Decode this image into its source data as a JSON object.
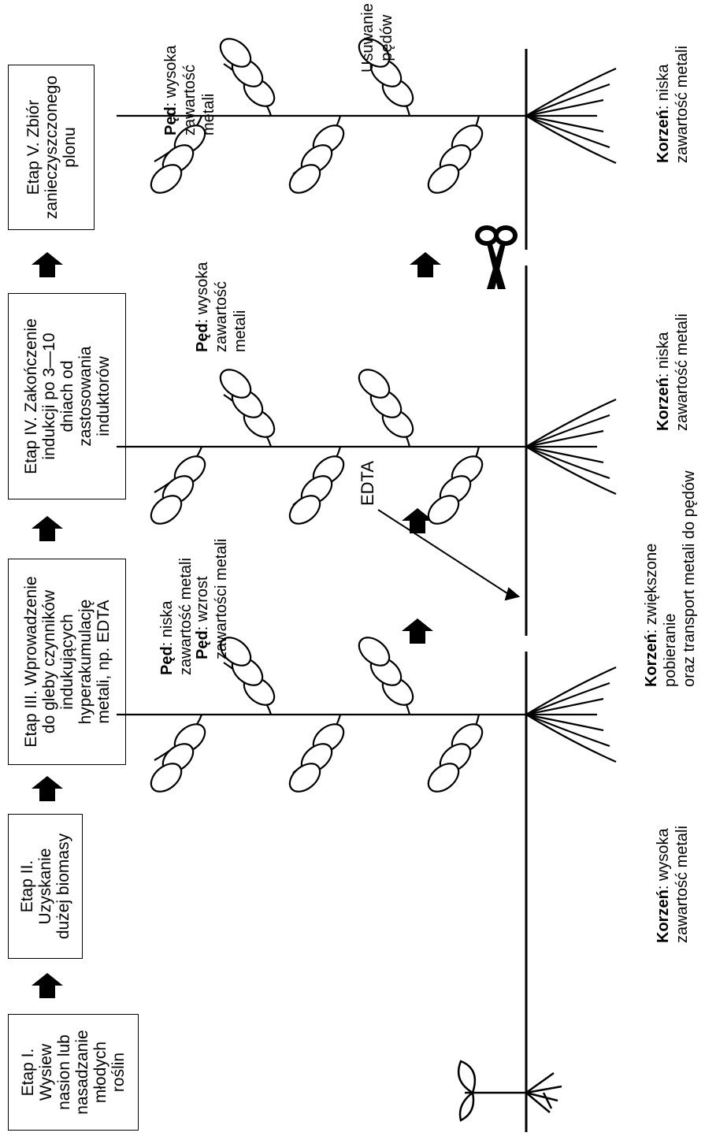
{
  "stages": [
    {
      "id": "etap-1",
      "text": "Etap I. Wysiew\nnasion lub\nnasadzanie\nmłodych\nroślin"
    },
    {
      "id": "etap-2",
      "text": "Etap II.\nUzyskanie\ndużej biomasy"
    },
    {
      "id": "etap-3",
      "text": "Etap III. Wprowadzenie\ndo gleby czynników\nindukujących\nhyperakumulację\nmetali, np. EDTA"
    },
    {
      "id": "etap-4",
      "text": "Etap IV. Zakończenie\nindukcji po 3—10\ndniach od\nzastosowania\ninduktorów"
    },
    {
      "id": "etap-5",
      "text": "Etap V. Zbiór\nzanieczyszczonego\nplonu"
    }
  ],
  "shoot_labels": {
    "bold": "Pęd",
    "s2": ": niska\nzawartość metali",
    "s3": ": wzrost\nzawartości metali",
    "s4": ": wysoka\nzawartość\nmetali",
    "s5": ": wysoka\nzawartość\nmetali"
  },
  "root_labels": {
    "bold": "Korzeń",
    "s2": ": wysoka\nzawartość metali",
    "s3": ": zwiększone\npobieranie\noraz transport metali do pędów",
    "s4": ": niska\nzawartość metali",
    "s5": ": niska\nzawartość metali"
  },
  "edta_label": "EDTA",
  "removal_label": "Usuwanie\npędów",
  "icons": {
    "arrow": "up-arrow-icon",
    "scissors": "scissors-icon"
  }
}
